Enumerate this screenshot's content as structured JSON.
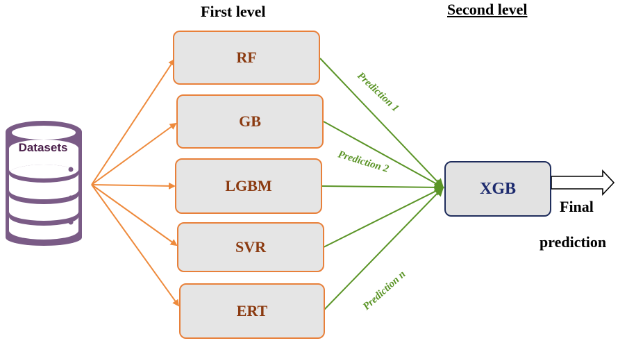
{
  "titles": {
    "first_level": "First level",
    "second_level": "Second level"
  },
  "datasets": {
    "label": "Datasets",
    "color": "#7a5b86"
  },
  "base_models": [
    {
      "label": "RF"
    },
    {
      "label": "GB"
    },
    {
      "label": "LGBM"
    },
    {
      "label": "SVR"
    },
    {
      "label": "ERT"
    }
  ],
  "predictions": {
    "p1": "Prediction 1",
    "p2": "Prediction 2",
    "pn": "Prediction n"
  },
  "meta_model": {
    "label": "XGB"
  },
  "output": {
    "line1": "Final",
    "line2": "prediction"
  },
  "colors": {
    "orange_arrow": "#ee8a3c",
    "green_arrow": "#5a9426",
    "box_border": "#e8803a",
    "meta_border": "#1f2d5c"
  }
}
